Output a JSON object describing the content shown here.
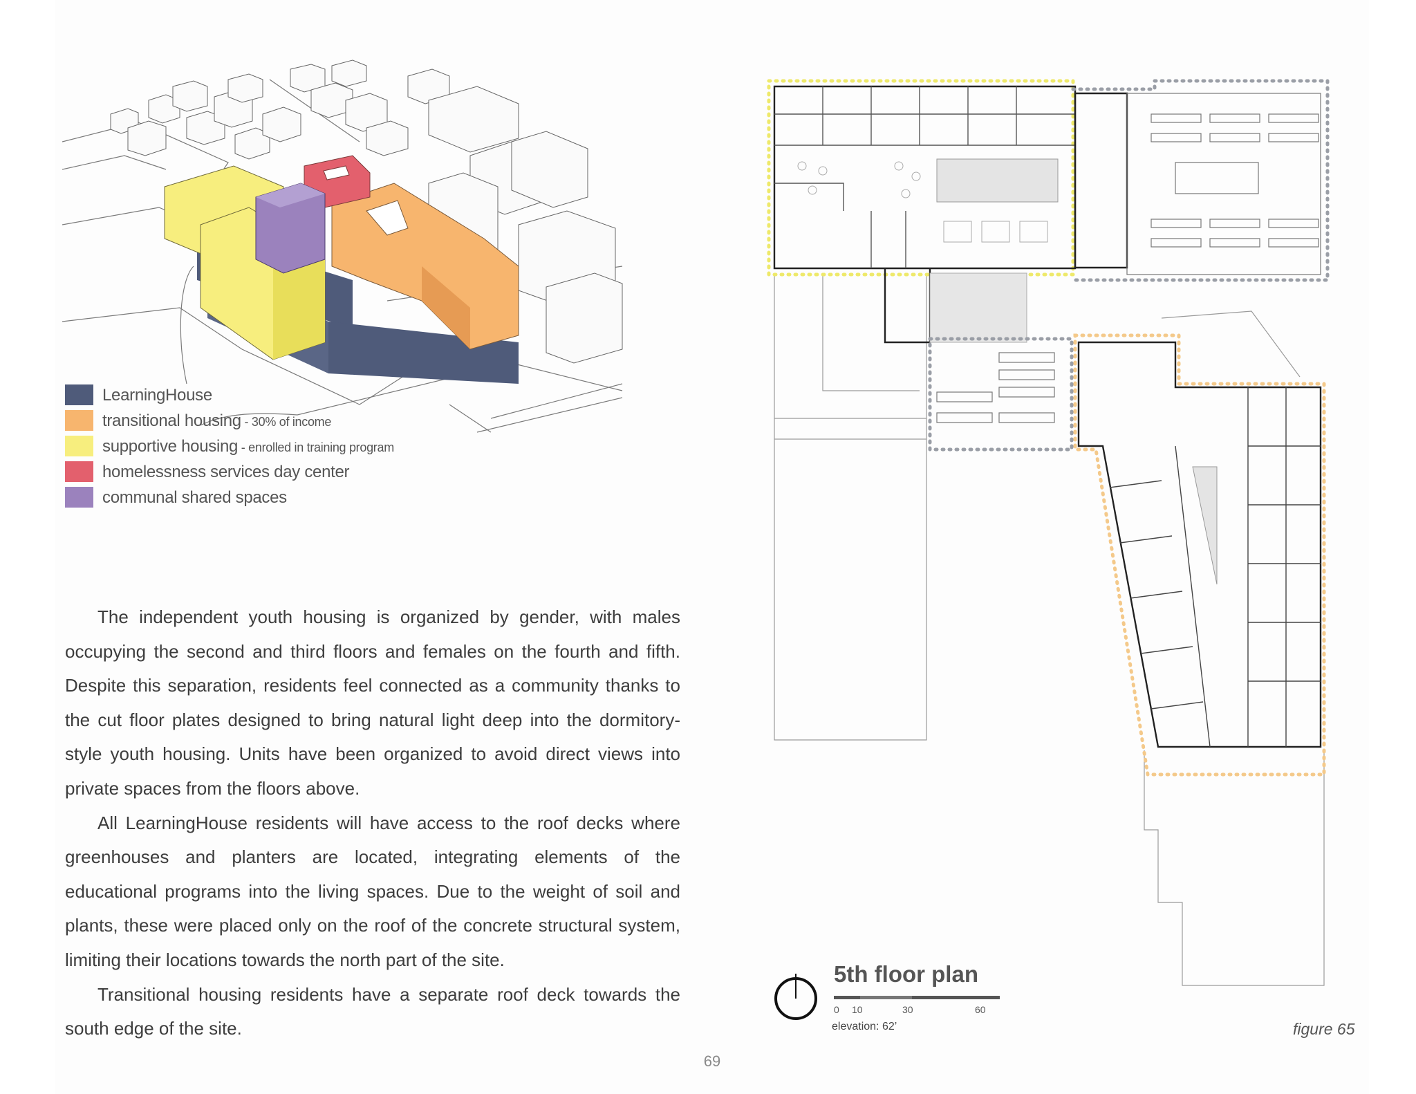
{
  "legend": {
    "items": [
      {
        "label": "LearningHouse",
        "note": "",
        "color": "#4f5b7a"
      },
      {
        "label": "transitional housing",
        "note": " - 30% of income",
        "color": "#f7b56e"
      },
      {
        "label": "supportive housing",
        "note": " - enrolled in training program",
        "color": "#f7ee7e"
      },
      {
        "label": "homelessness services day center",
        "note": "",
        "color": "#e3606d"
      },
      {
        "label": "communal shared spaces",
        "note": "",
        "color": "#9b82bd"
      }
    ]
  },
  "body": {
    "paragraphs": [
      "The independent youth housing is organized by gender, with males occupying the second and third floors and females on the fourth and fifth. Despite this separation, residents feel connected as a community thanks to the cut floor plates designed to bring natural light deep into the dormitory-style youth housing. Units have been organized to avoid direct views into private spaces from the floors above.",
      "All LearningHouse residents will have access to the roof decks where greenhouses and planters are located, integrating elements of the educational programs into the living spaces. Due to the weight of soil and plants, these were placed only on the roof of the concrete structural system, limiting their locations towards the north part of the site.",
      "Transitional housing residents have a separate roof deck towards the south edge of the site."
    ]
  },
  "page_number": "69",
  "plan": {
    "title": "5th floor plan",
    "scale_ticks": [
      "0",
      "10",
      "30",
      "60"
    ],
    "elevation": "elevation: 62’"
  },
  "figure_caption": "figure 65",
  "colors": {
    "learninghouse": "#4f5b7a",
    "transitional": "#f7b56e",
    "supportive": "#f7ee7e",
    "day_center": "#e3606d",
    "communal": "#9b82bd",
    "yellow_outline": "#f2ef86",
    "orange_outline": "#f4c98a",
    "gray_outline": "#9a9ea6"
  }
}
